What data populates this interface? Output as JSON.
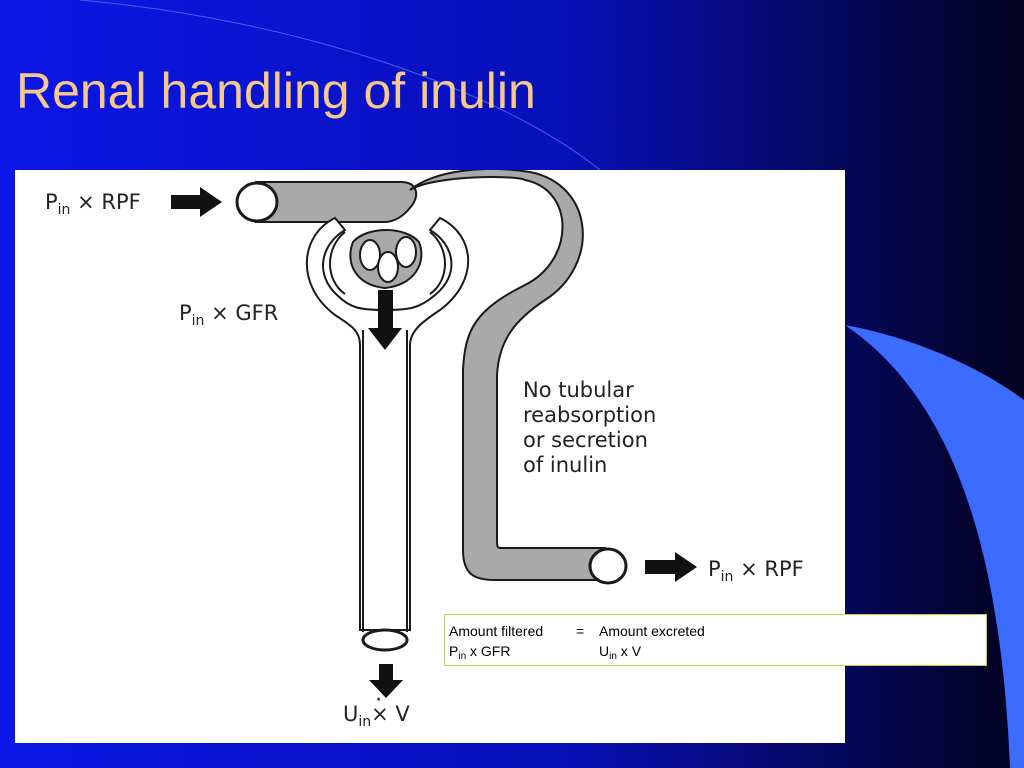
{
  "slide": {
    "title": "Renal handling of inulin",
    "background_color": "#0a14d8",
    "title_color": "#f6c98a",
    "accent_color": "#3c6bff"
  },
  "figure": {
    "label_in_rpf": {
      "main": "P",
      "sub": "in",
      "rest": " × RPF"
    },
    "label_filtered": {
      "main": "P",
      "sub": "in",
      "rest": " × GFR"
    },
    "label_out_rpf": {
      "main": "P",
      "sub": "in",
      "rest": " × RPF"
    },
    "label_excreted": {
      "main": "U",
      "sub": "in",
      "rest": " × V"
    },
    "note_lines": [
      "No tubular",
      "reabsorption",
      "or secretion",
      "of inulin"
    ],
    "vessel_color": "#a9a9a9",
    "outline_color": "#1a1a1a"
  },
  "equation": {
    "left_label": "Amount filtered",
    "equals": "=",
    "right_label": "Amount excreted",
    "left_formula": {
      "main": "P",
      "sub": "in",
      "rest": " x GFR"
    },
    "right_formula": {
      "main": "U",
      "sub": "in",
      "rest": " x V"
    }
  }
}
